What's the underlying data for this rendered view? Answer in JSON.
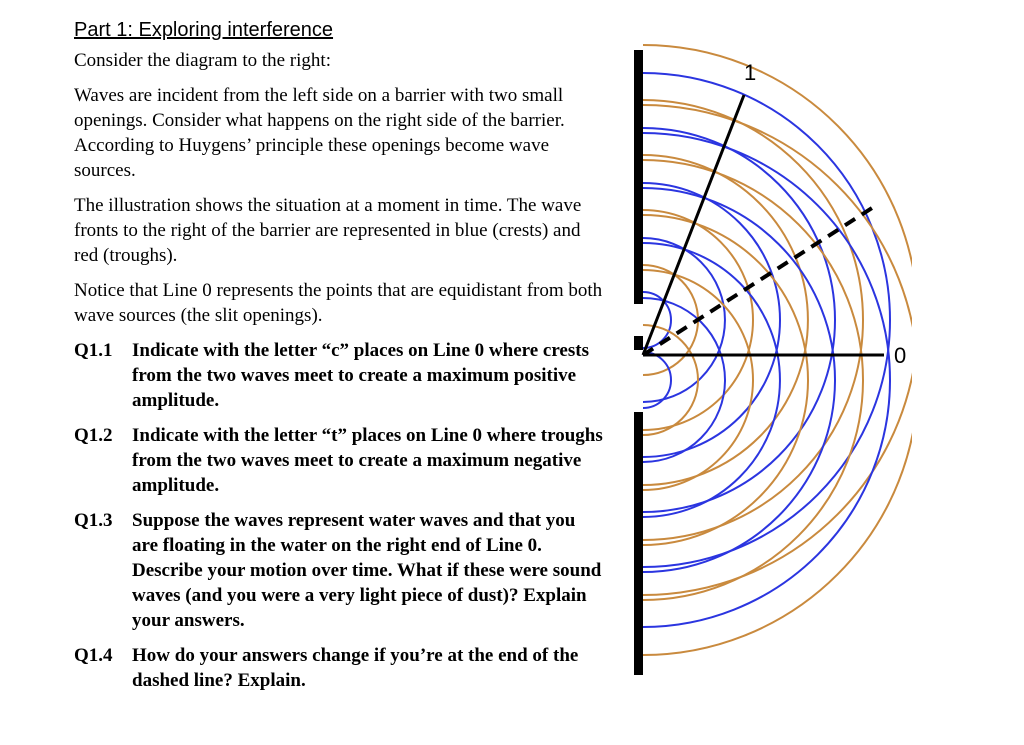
{
  "heading": "Part 1: Exploring interference",
  "paragraphs": [
    "Consider the diagram to the right:",
    "Waves are incident from the left side on a barrier with two small openings. Consider what happens on the right side of the barrier. According to Huygens’ principle these openings become wave sources.",
    "The illustration shows the situation at a moment in time. The wave fronts to the right of the barrier are represented in blue (crests) and red (troughs).",
    "Notice that Line 0 represents the points that are equidistant from both wave sources (the slit openings)."
  ],
  "questions": [
    {
      "num": "Q1.1",
      "text": "Indicate with the letter “c” places on Line 0 where crests from the two waves meet to create a maximum positive amplitude."
    },
    {
      "num": "Q1.2",
      "text": "Indicate with the letter “t” places on Line 0 where troughs from the two waves meet to create a maximum negative amplitude."
    },
    {
      "num": "Q1.3",
      "text": "Suppose the waves represent water waves and that you are floating in the water on the right end of Line 0.  Describe your motion over time. What if these were sound waves (and you were a very light piece of dust)?  Explain your answers."
    },
    {
      "num": "Q1.4",
      "text": "How do your answers change if you’re at the end of the dashed line?  Explain."
    }
  ],
  "figure": {
    "label_line1": "1",
    "label_line0": "0",
    "colors": {
      "crest": "#2b35e0",
      "trough": "#c98a3e",
      "barrier": "#000000"
    }
  }
}
